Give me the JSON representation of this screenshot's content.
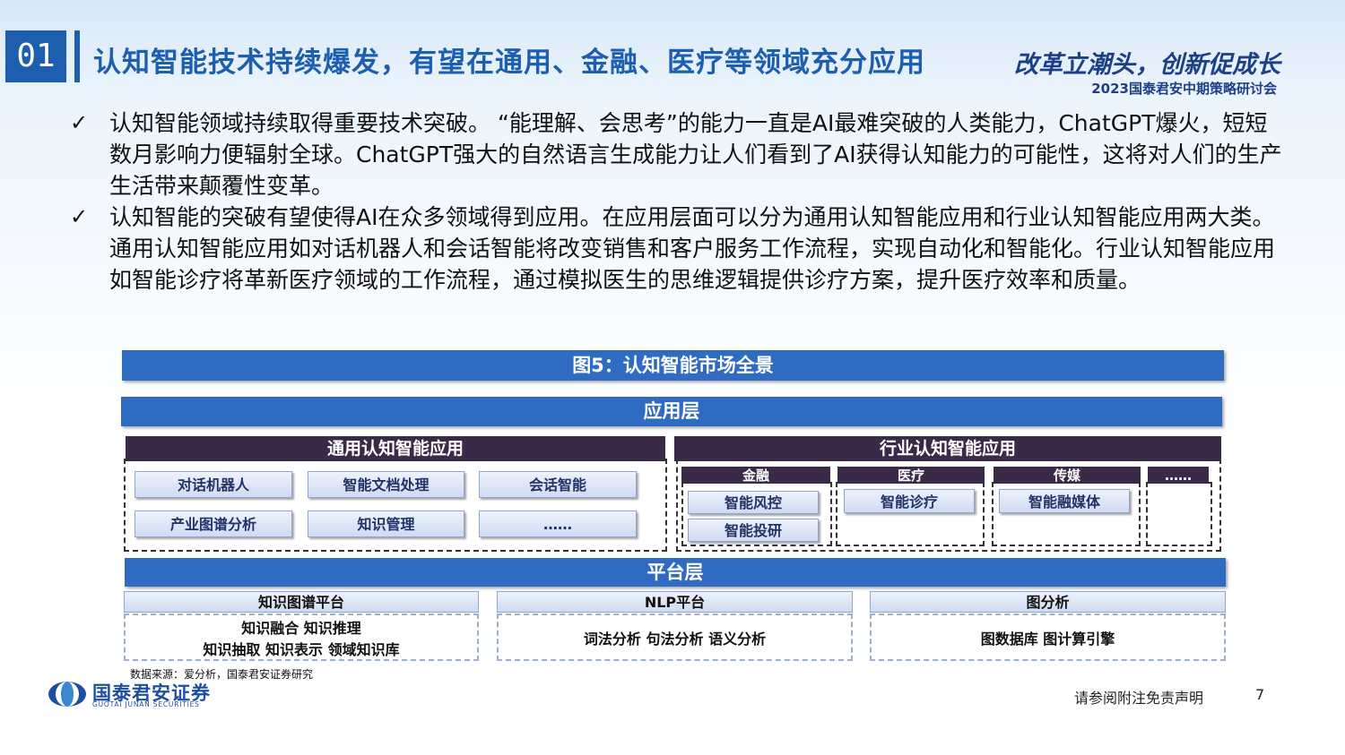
{
  "header": {
    "section_number": "01",
    "title": "认知智能技术持续爆发，有望在通用、金融、医疗等领域充分应用",
    "slogan": "改革立潮头，创新促成长",
    "event": "2023国泰君安中期策略研讨会"
  },
  "bullets": [
    "认知智能领域持续取得重要技术突破。 “能理解、会思考”的能力一直是AI最难突破的人类能力，ChatGPT爆火，短短数月影响力便辐射全球。ChatGPT强大的自然语言生成能力让人们看到了AI获得认知能力的可能性，这将对人们的生产生活带来颠覆性变革。",
    "认知智能的突破有望使得AI在众多领域得到应用。在应用层面可以分为通用认知智能应用和行业认知智能应用两大类。通用认知智能应用如对话机器人和会话智能将改变销售和客户服务工作流程，实现自动化和智能化。行业认知智能应用如智能诊疗将革新医疗领域的工作流程，通过模拟医生的思维逻辑提供诊疗方案，提升医疗效率和质量。"
  ],
  "bullet_icon": "✓",
  "figure": {
    "title": "图5：认知智能市场全景",
    "app_layer": "应用层",
    "general": {
      "title": "通用认知智能应用",
      "items": [
        "对话机器人",
        "智能文档处理",
        "会话智能",
        "产业图谱分析",
        "知识管理",
        "……"
      ]
    },
    "industry": {
      "title": "行业认知智能应用",
      "categories": [
        {
          "name": "金融",
          "items": [
            "智能风控",
            "智能投研"
          ]
        },
        {
          "name": "医疗",
          "items": [
            "智能诊疗"
          ]
        },
        {
          "name": "传媒",
          "items": [
            "智能融媒体"
          ]
        },
        {
          "name": "……",
          "items": []
        }
      ]
    },
    "platform_layer": "平台层",
    "platforms": [
      {
        "name": "知识图谱平台",
        "line1": "知识融合 知识推理",
        "line2": "知识抽取 知识表示 领域知识库"
      },
      {
        "name": "NLP平台",
        "line1": "词法分析 句法分析 语义分析",
        "line2": ""
      },
      {
        "name": "图分析",
        "line1": "图数据库 图计算引擎",
        "line2": ""
      }
    ]
  },
  "source": "数据来源：爱分析，国泰君安证券研究",
  "logo": {
    "cn": "国泰君安证券",
    "en": "GUOTAI JUNAN SECURITIES"
  },
  "footer": {
    "disclaimer": "请参阅附注免责声明",
    "page": "7"
  },
  "colors": {
    "primary": "#1d5fae",
    "layer_blue": "#2f6bc2",
    "dark_header": "#3b2a47"
  }
}
